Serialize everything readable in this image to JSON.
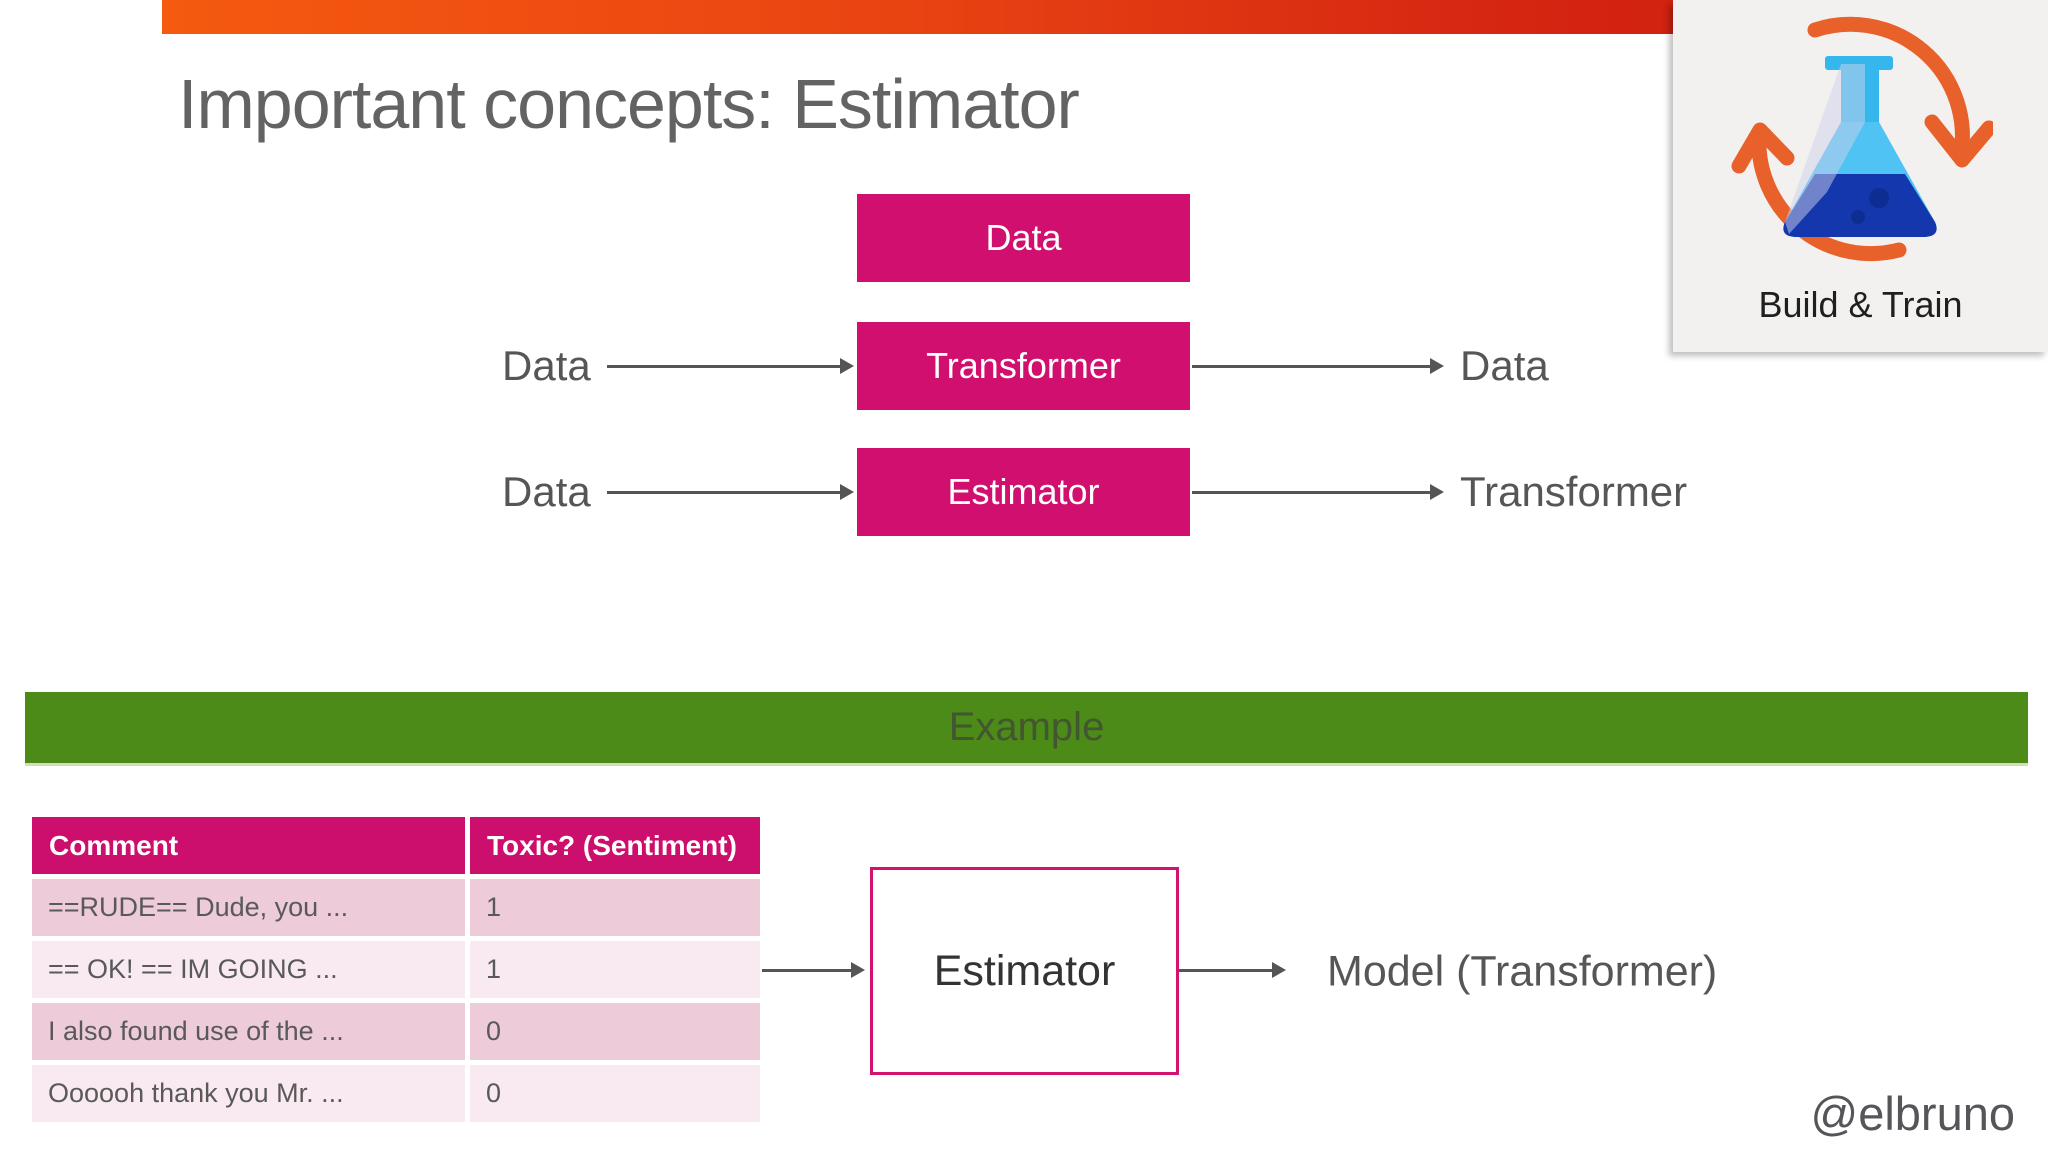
{
  "slide": {
    "title": "Important concepts: Estimator",
    "watermark": "@elbruno"
  },
  "badge": {
    "label": "Build & Train",
    "icon": "flask-cycle-icon"
  },
  "diagram": {
    "rows": [
      {
        "box_label": "Data"
      },
      {
        "left_label": "Data",
        "box_label": "Transformer",
        "right_label": "Data"
      },
      {
        "left_label": "Data",
        "box_label": "Estimator",
        "right_label": "Transformer"
      }
    ]
  },
  "banner": {
    "label": "Example"
  },
  "table": {
    "headers": [
      "Comment",
      "Toxic? (Sentiment)"
    ],
    "rows": [
      [
        "==RUDE== Dude, you ...",
        "1"
      ],
      [
        "== OK! == IM GOING ...",
        "1"
      ],
      [
        "I also found use of the ...",
        "0"
      ],
      [
        "Oooooh thank you Mr.  ...",
        "0"
      ]
    ]
  },
  "flow": {
    "box_label": "Estimator",
    "result_label": "Model (Transformer)"
  },
  "colors": {
    "top_bar_gradient_left": "#f55a10",
    "top_bar_gradient_right": "#c9170c",
    "accent_magenta": "#d00f6e",
    "table_header_magenta": "#cc0e6c",
    "table_row_dark_pink": "#eecbd9",
    "table_row_light_pink": "#f9e9f0",
    "banner_green": "#4c8b17",
    "label_gray": "#565656",
    "panel_gray": "#f2f1f0",
    "flask_light_blue": "#35b7ee",
    "flask_dark_blue": "#1437ad",
    "cycle_arrow_orange": "#e8612a"
  }
}
